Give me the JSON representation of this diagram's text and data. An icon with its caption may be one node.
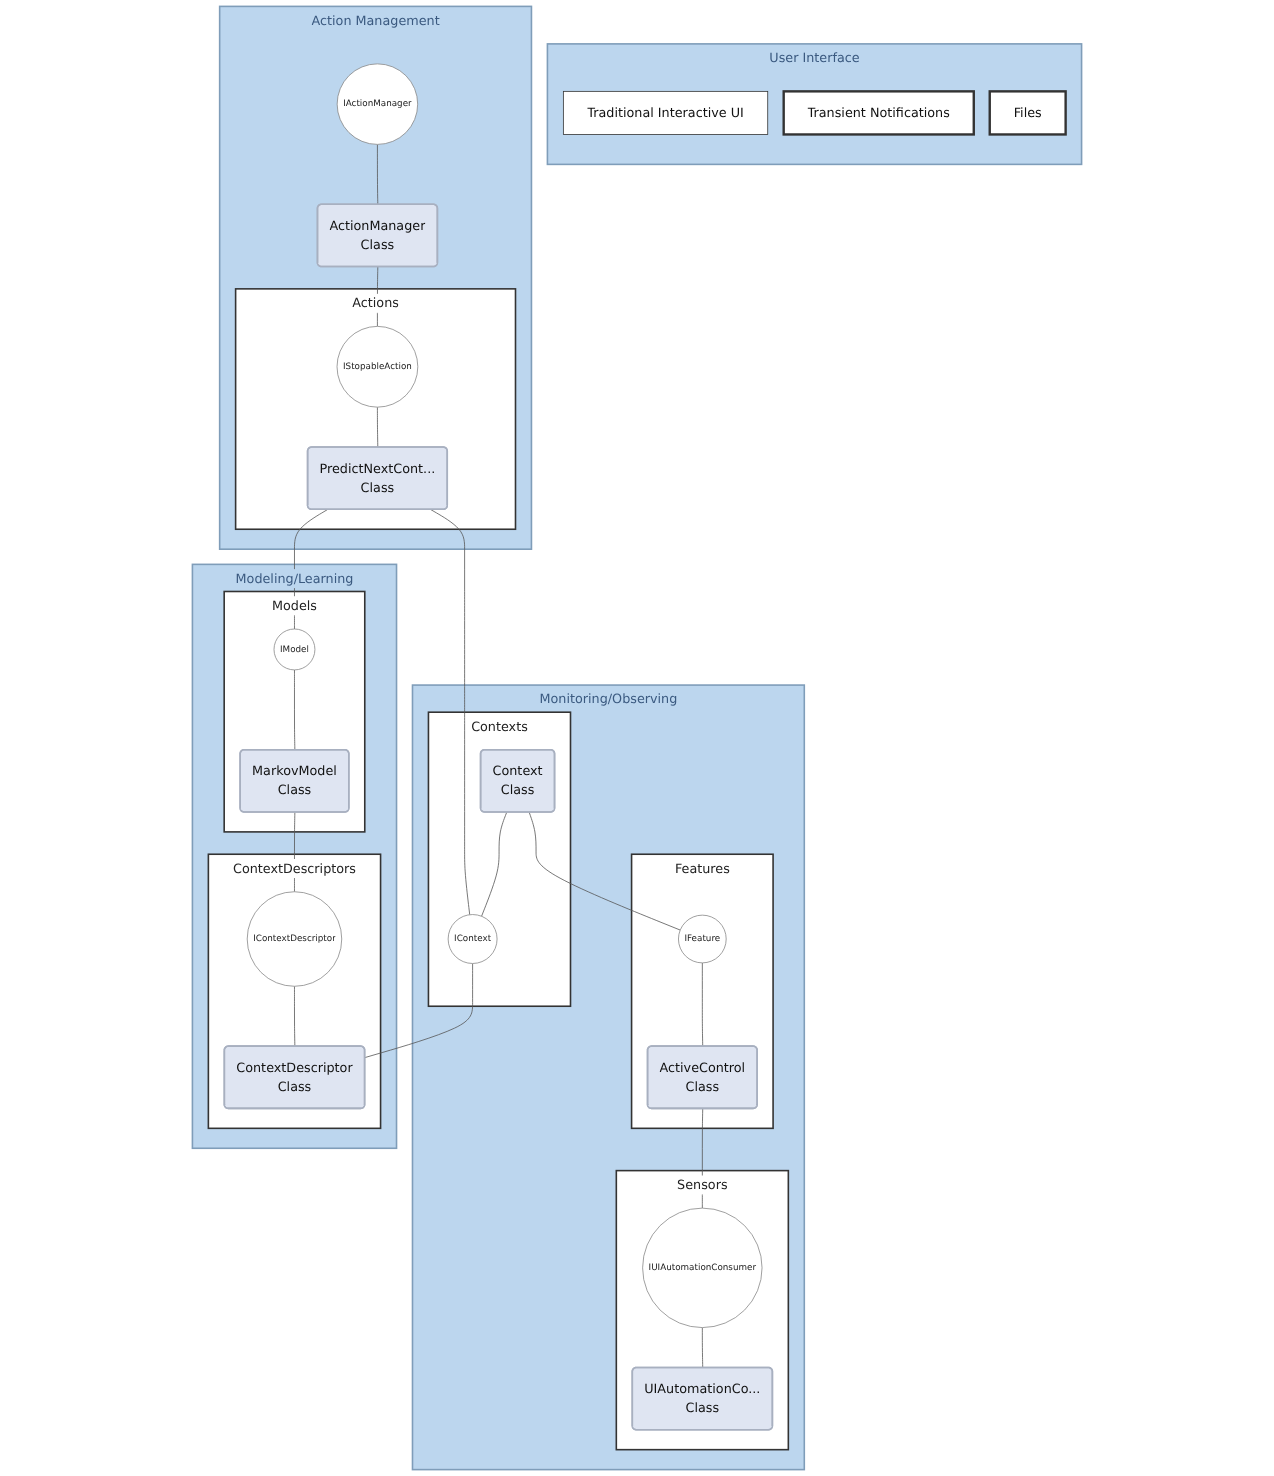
{
  "diagram": {
    "nodes": [
      {
        "text": [
          "User Interface"
        ]
      },
      {
        "text": [
          "Traditional Interactive UI"
        ],
        "in": 0
      },
      {
        "text": [
          "Transient Notifications"
        ],
        "in": 0
      },
      {
        "text": [
          "Files"
        ],
        "in": 0
      },
      {
        "text": [
          "Action Management"
        ]
      },
      {
        "text": [
          "IActionManager"
        ],
        "in": 4
      },
      {
        "text": [
          "ActionManager",
          "Class"
        ],
        "in": 4
      },
      {
        "text": [
          "Actions"
        ],
        "in": 4
      },
      {
        "text": [
          "IStopableAction"
        ],
        "in": 7
      },
      {
        "text": [
          "PredictNextCont...",
          "Class"
        ],
        "in": 7
      },
      {
        "text": [
          "Monitoring/Observing"
        ]
      },
      {
        "text": [
          "Contexts"
        ],
        "in": 10
      },
      {
        "text": [
          "Context",
          "Class"
        ],
        "in": 11
      },
      {
        "text": [
          "IContext"
        ],
        "in": 11
      },
      {
        "text": [
          "Features"
        ],
        "in": 10
      },
      {
        "text": [
          "IFeature"
        ],
        "in": 14
      },
      {
        "text": [
          "ActiveControl",
          "Class"
        ],
        "in": 14
      },
      {
        "text": [
          "Sensors"
        ],
        "in": 10
      },
      {
        "text": [
          "IUIAutomationConsumer"
        ],
        "in": 17
      },
      {
        "text": [
          "UIAutomationCo...",
          "Class"
        ],
        "in": 17
      },
      {
        "text": [
          "Modeling/Learning"
        ]
      },
      {
        "text": [
          "Models"
        ],
        "in": 20
      },
      {
        "text": [
          "IModel"
        ],
        "in": 21
      },
      {
        "text": [
          "MarkovModel",
          "Class"
        ],
        "in": 21
      },
      {
        "text": [
          "ContextDescriptors"
        ],
        "in": 20
      },
      {
        "text": [
          "IContextDescriptor"
        ],
        "in": 24
      },
      {
        "text": [
          "ContextDescriptor",
          "Class"
        ],
        "in": 24
      }
    ],
    "edges": [
      {
        "from": 5,
        "to": 6,
        "arrow": "none"
      },
      {
        "from": 6,
        "to": 8,
        "arrow": "none"
      },
      {
        "from": 8,
        "to": 9,
        "arrow": "none"
      },
      {
        "from": 12,
        "to": 13,
        "arrow": "none"
      },
      {
        "from": 9,
        "to": 13,
        "arrow": "none"
      },
      {
        "from": 9,
        "to": 22,
        "arrow": "none"
      },
      {
        "from": 22,
        "to": 23,
        "arrow": "none"
      },
      {
        "from": 13,
        "to": 26,
        "arrow": "none"
      },
      {
        "from": 12,
        "to": 15,
        "arrow": "none"
      },
      {
        "from": 15,
        "to": 16,
        "arrow": "none"
      },
      {
        "from": 16,
        "to": 18,
        "arrow": "none"
      },
      {
        "from": 18,
        "to": 19,
        "arrow": "none"
      },
      {
        "from": 23,
        "to": 25,
        "arrow": "none"
      },
      {
        "from": 25,
        "to": 26,
        "arrow": "none"
      }
    ]
  }
}
